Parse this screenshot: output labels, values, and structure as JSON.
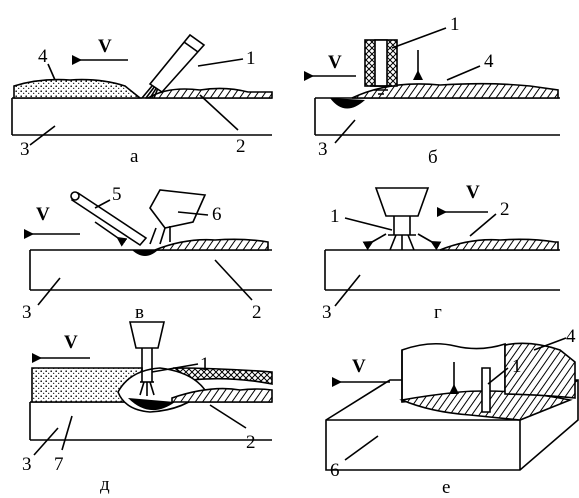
{
  "panels": [
    {
      "caption": "а",
      "labels": [
        "1",
        "2",
        "3",
        "4"
      ],
      "speed": "V"
    },
    {
      "caption": "б",
      "labels": [
        "1",
        "3",
        "4"
      ],
      "speed": "V"
    },
    {
      "caption": "в",
      "labels": [
        "2",
        "3",
        "5",
        "6"
      ],
      "speed": "V"
    },
    {
      "caption": "г",
      "labels": [
        "1",
        "2",
        "3"
      ],
      "speed": "V"
    },
    {
      "caption": "д",
      "labels": [
        "1",
        "2",
        "3",
        "7"
      ],
      "speed": "V"
    },
    {
      "caption": "е",
      "labels": [
        "1",
        "4",
        "6"
      ],
      "speed": "V"
    }
  ]
}
